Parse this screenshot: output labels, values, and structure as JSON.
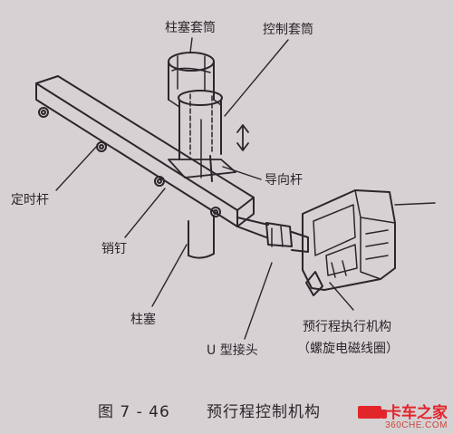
{
  "labels": {
    "plunger_sleeve": "柱塞套筒",
    "control_sleeve": "控制套筒",
    "guide_rod": "导向杆",
    "timing_rod": "定时杆",
    "pin": "销钉",
    "plunger": "柱塞",
    "u_joint": "U 型接头",
    "actuator_line1": "预行程执行机构",
    "actuator_line2": "（螺旋电磁线圈）"
  },
  "caption": {
    "number": "图 7 - 46",
    "title": "预行程控制机构"
  },
  "watermark": {
    "brand": "卡车之家",
    "site": "360CHE.COM"
  },
  "colors": {
    "background": "#d6d1d3",
    "ink": "#2b262b",
    "watermark": "#e2252b"
  }
}
